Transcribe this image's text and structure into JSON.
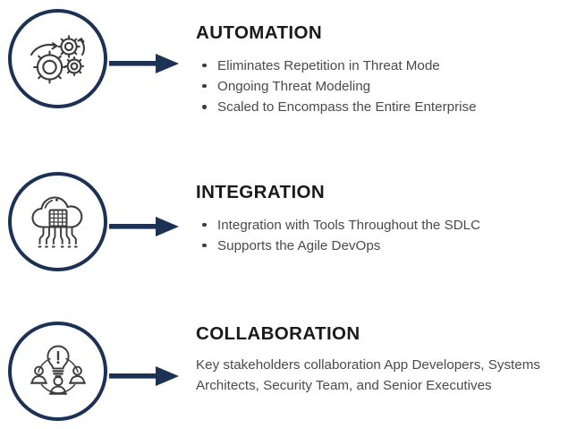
{
  "theme": {
    "background": "#ffffff",
    "accent_navy": "#1c3254",
    "heading_color": "#1a1a1a",
    "body_color": "#4a4a4a",
    "icon_color": "#3d3d3d"
  },
  "sections": [
    {
      "icon": "gears-icon",
      "arrow": "arrow-right-icon",
      "heading": "AUTOMATION",
      "body_type": "bullets",
      "bullets": [
        "Eliminates Repetition in Threat Mode",
        "Ongoing Threat Modeling",
        "Scaled to Encompass the Entire Enterprise"
      ],
      "paragraph": ""
    },
    {
      "icon": "cloud-chip-icon",
      "arrow": "arrow-right-icon",
      "heading": "INTEGRATION",
      "body_type": "bullets",
      "bullets": [
        "Integration with Tools Throughout the SDLC",
        "Supports the Agile DevOps"
      ],
      "paragraph": ""
    },
    {
      "icon": "collaboration-lightbulb-people-icon",
      "arrow": "arrow-right-icon",
      "heading": "COLLABORATION",
      "body_type": "paragraph",
      "bullets": [],
      "paragraph": "Key stakeholders collaboration App Developers, Systems Architects, Security Team, and Senior Executives"
    }
  ]
}
